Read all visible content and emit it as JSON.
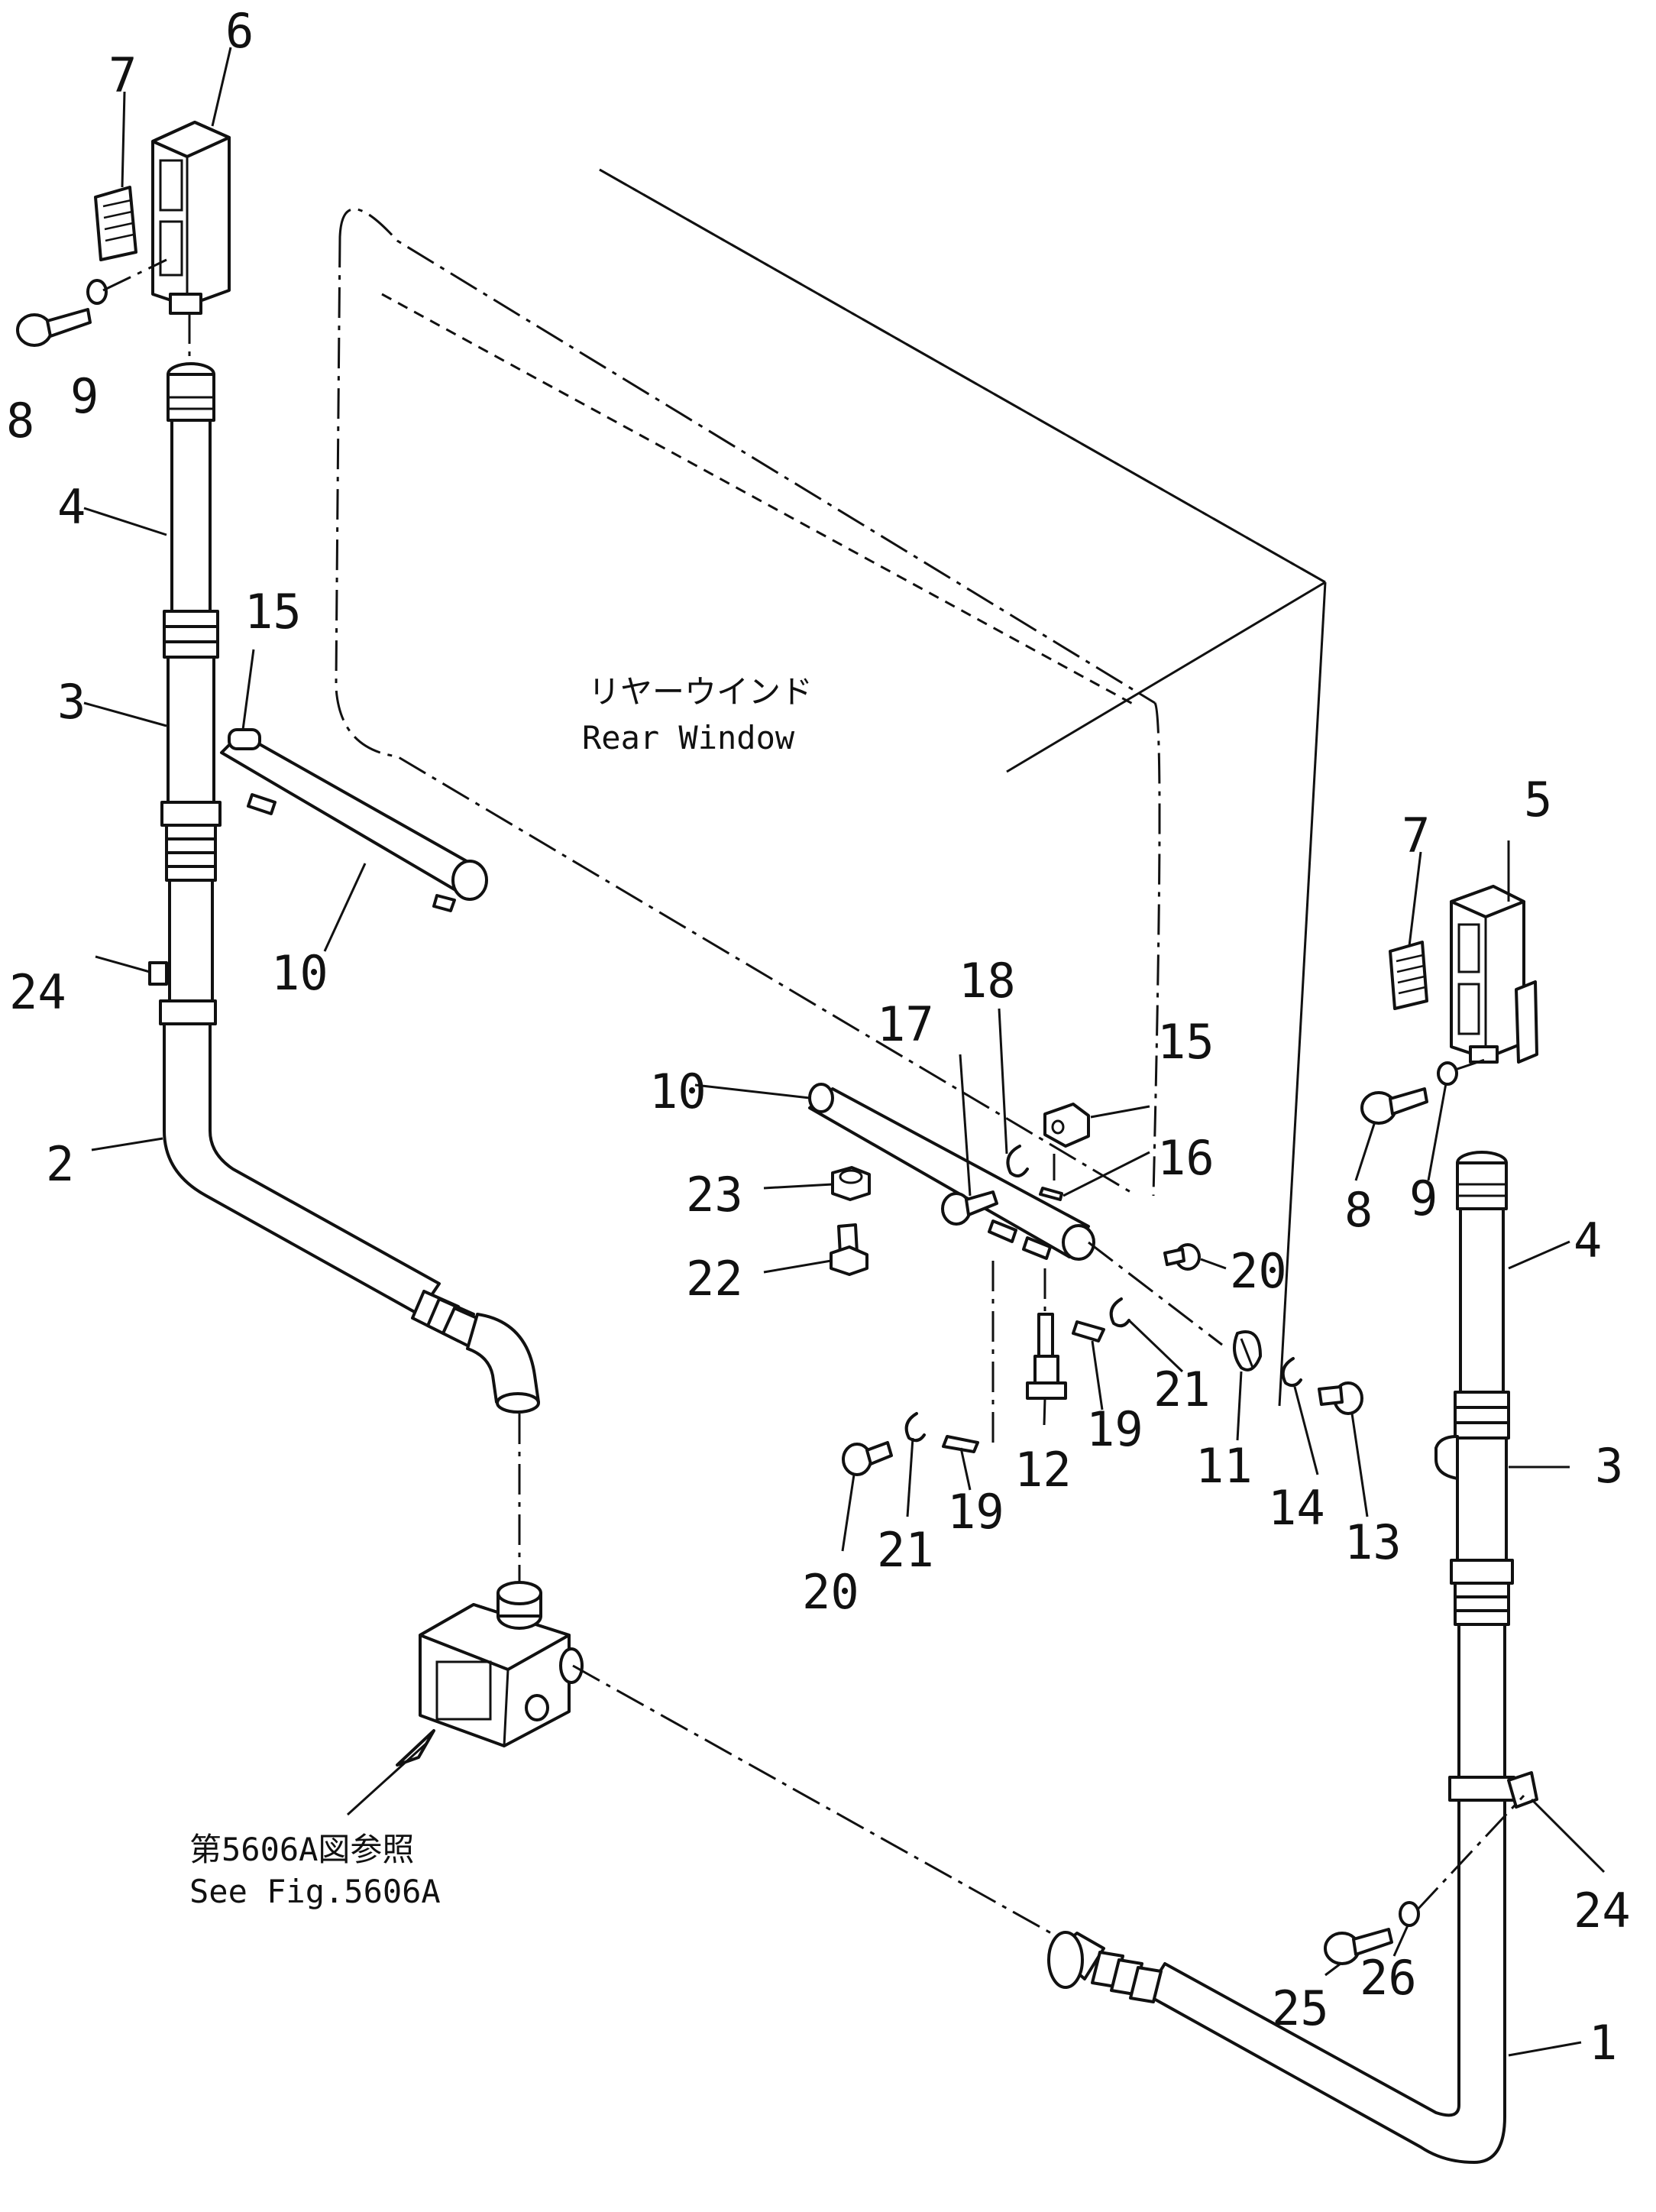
{
  "labels": {
    "rear_window_jp": "リヤーウインド",
    "rear_window_en": "Rear Window",
    "see_fig_jp": "第5606A図参照",
    "see_fig_en": "See Fig.5606A"
  },
  "callouts": {
    "left": {
      "p7": "7",
      "p6": "6",
      "p8": "8",
      "p9": "9",
      "p4": "4",
      "p15": "15",
      "p3": "3",
      "p10": "10",
      "p24": "24",
      "p2": "2"
    },
    "center": {
      "p17": "17",
      "p18": "18",
      "p15": "15",
      "p10": "10",
      "p16": "16",
      "p23": "23",
      "p22": "22",
      "p20a": "20",
      "p21a": "21",
      "p11": "11",
      "p19a": "19",
      "p12": "12",
      "p14": "14",
      "p13": "13",
      "p21b": "21",
      "p19b": "19",
      "p20b": "20"
    },
    "right": {
      "p7": "7",
      "p5": "5",
      "p8": "8",
      "p9": "9",
      "p4": "4",
      "p3": "3",
      "p24": "24",
      "p25": "25",
      "p26": "26",
      "p1": "1"
    }
  }
}
